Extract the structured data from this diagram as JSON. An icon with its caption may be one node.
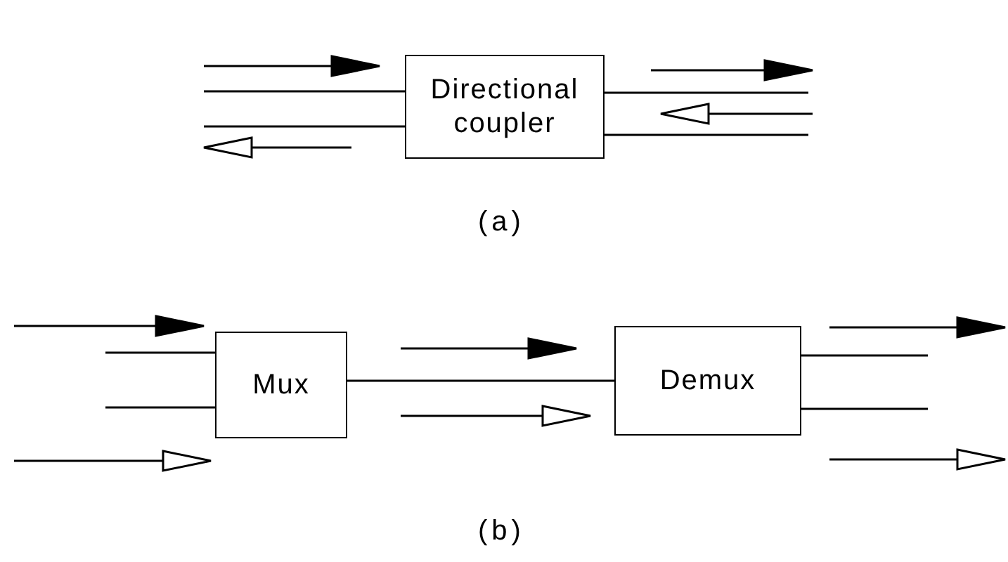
{
  "diagram": {
    "nodes": [
      {
        "text": [
          "Directional coupler"
        ]
      },
      {
        "text": [
          "Mux"
        ]
      },
      {
        "text": [
          "Demux"
        ]
      }
    ],
    "edges": [
      {
        "from": null,
        "to": 0,
        "arrow": "none"
      },
      {
        "from": 0,
        "to": null,
        "arrow": "none"
      },
      {
        "from": 0,
        "to": null,
        "arrow": "none"
      },
      {
        "from": null,
        "to": 0,
        "arrow": "none"
      },
      {
        "from": null,
        "to": 1,
        "arrow": "none"
      },
      {
        "from": null,
        "to": 1,
        "arrow": "none"
      },
      {
        "from": 1,
        "to": 2,
        "arrow": "none"
      },
      {
        "from": 2,
        "to": null,
        "arrow": "none"
      },
      {
        "from": 2,
        "to": null,
        "arrow": "none"
      }
    ],
    "labels": [
      "(a)",
      "(b)"
    ]
  }
}
